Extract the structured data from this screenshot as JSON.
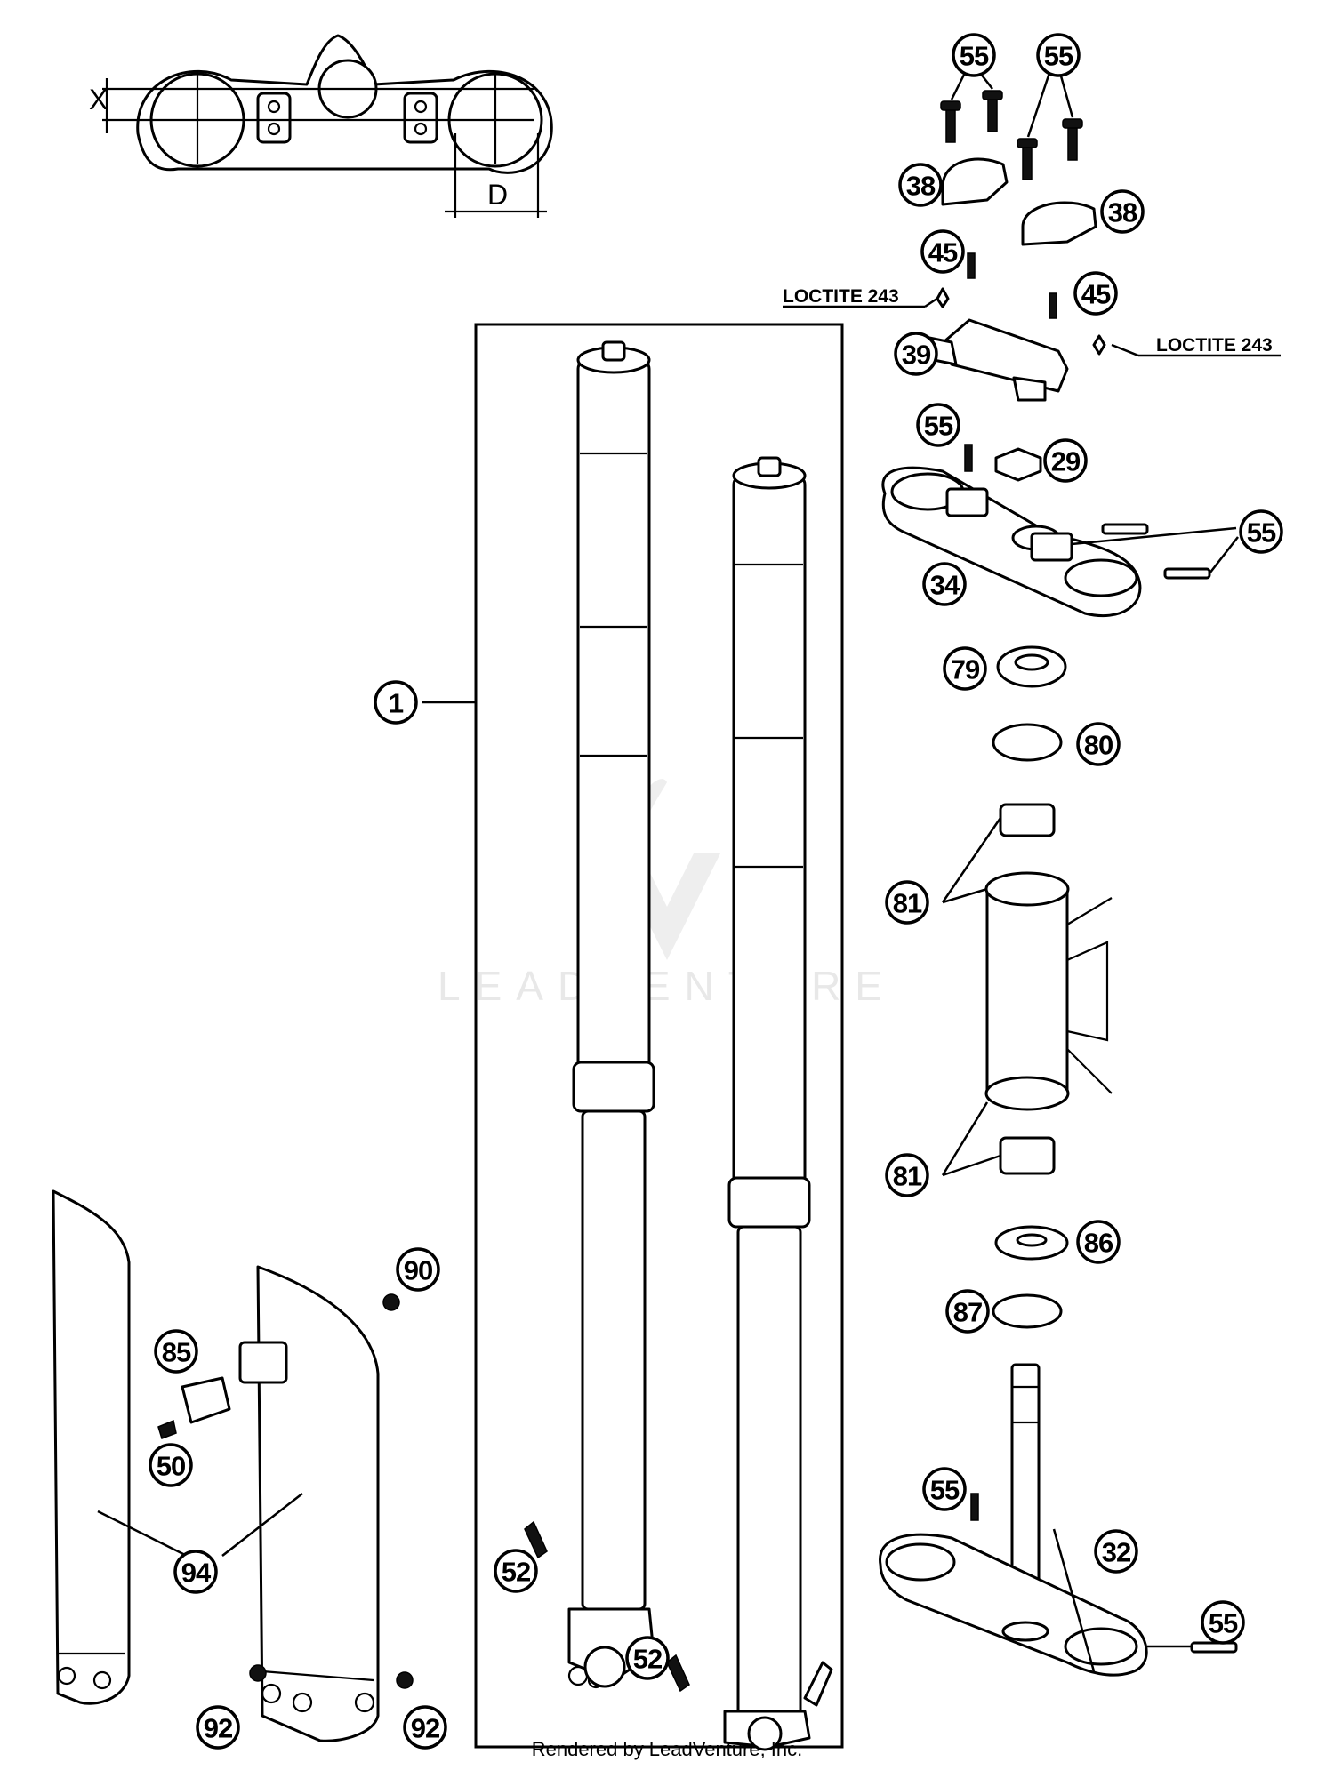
{
  "watermark": "LEADVENTURE",
  "footer": "Rendered by LeadVenture, Inc.",
  "notes": {
    "loctite_left": "LOCTITE 243",
    "loctite_right": "LOCTITE 243"
  },
  "dimension_labels": {
    "x": "X",
    "d": "D"
  },
  "callouts": [
    "55",
    "55",
    "38",
    "38",
    "45",
    "45",
    "39",
    "55",
    "29",
    "55",
    "34",
    "79",
    "80",
    "81",
    "81",
    "86",
    "87",
    "55",
    "32",
    "55",
    "1",
    "52",
    "52",
    "90",
    "85",
    "50",
    "94",
    "92",
    "92"
  ],
  "colors": {
    "line": "#000000",
    "background": "#ffffff",
    "watermark": "#e8e8e8"
  }
}
